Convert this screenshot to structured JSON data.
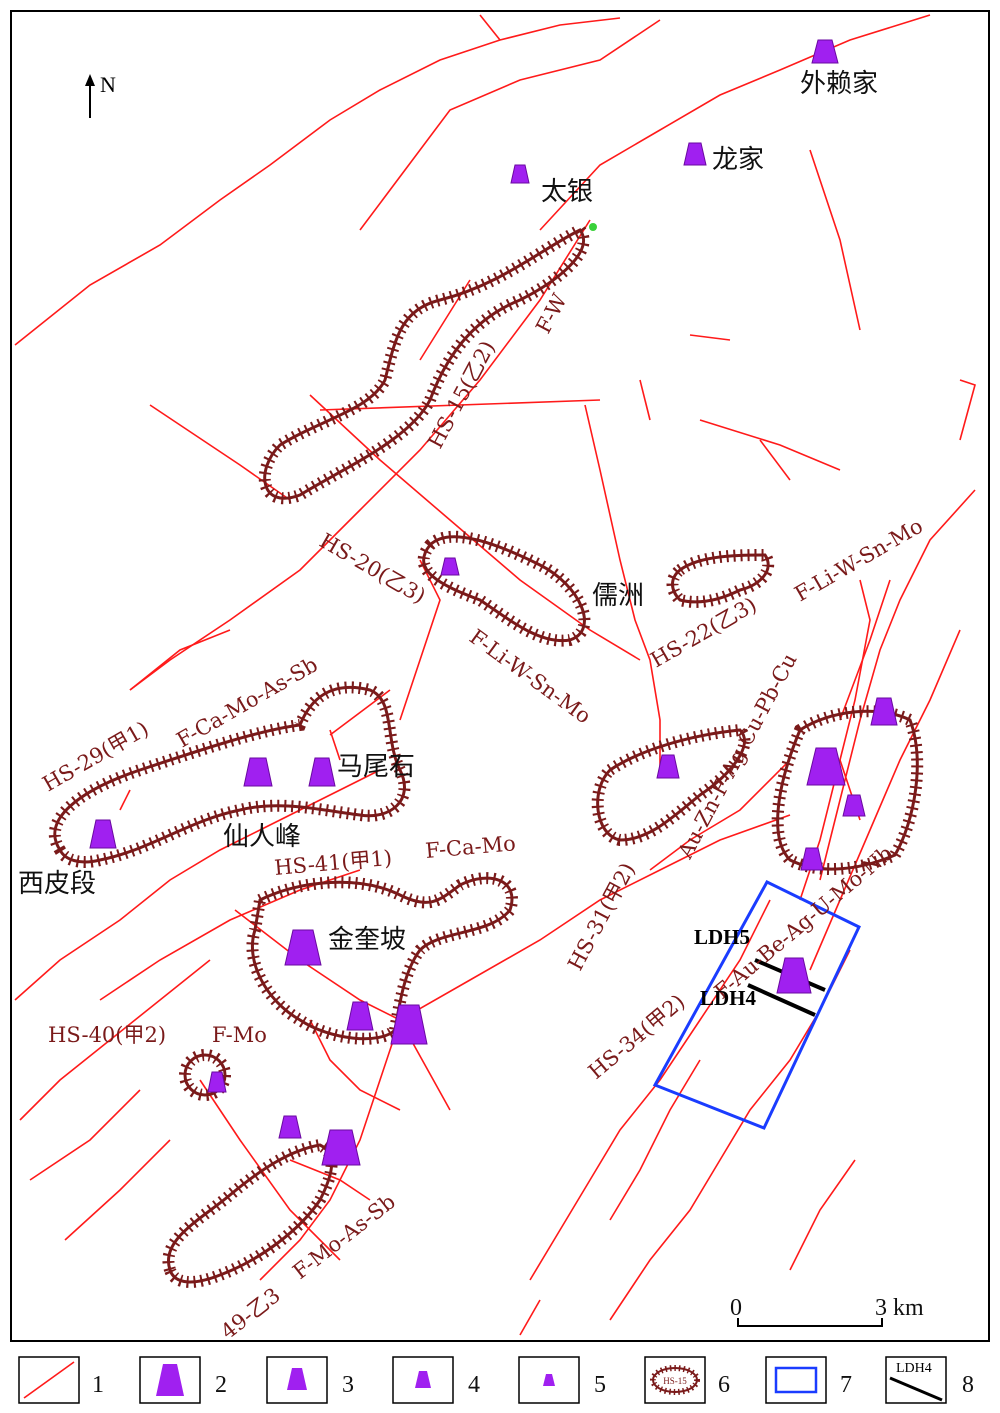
{
  "north_label": "N",
  "places": {
    "waiqiaojia": "外赖家",
    "longjia": "龙家",
    "taiyin": "太银",
    "ruzhou": "儒洲",
    "maweishi": "马尾石",
    "xianrenfeng": "仙人峰",
    "xipiduan": "西皮段",
    "jinkuipo": "金奎坡"
  },
  "zones": {
    "hs15_code": "HS-15(乙2)",
    "hs15_elements": "F-W",
    "hs20_code": "HS-20(乙3)",
    "hs20_elements": "F-Li-W-Sn-Mo",
    "hs22_code": "HS-22(乙3)",
    "hs22_elements": "F-Li-W-Sn-Mo",
    "hs29_code": "HS-29(甲1)",
    "hs29_elements": "F-Ca-Mo-As-Sb",
    "hs41_code": "HS-41(甲1)",
    "hs41_elements": "F-Ca-Mo",
    "hs31_code": "HS-31(甲2)",
    "hs31_elements": "Au-Zn-F-Ag-Cu-Pb-Cu",
    "hs34_code": "HS-34(甲2)",
    "hs34_elements": "F-Au-Be-Ag-U-Mo-Nb",
    "hs40_code": "HS-40(甲2)",
    "hs40_elements": "F-Mo",
    "hs49_code": "49-乙3",
    "hs49_elements": "F-Mo-As-Sb"
  },
  "lines": {
    "ldh5": "LDH5",
    "ldh4": "LDH4"
  },
  "scale": {
    "start": "0",
    "end": "3 km"
  },
  "legend": {
    "items": [
      {
        "num": "1"
      },
      {
        "num": "2"
      },
      {
        "num": "3"
      },
      {
        "num": "4"
      },
      {
        "num": "5"
      },
      {
        "num": "6",
        "sample": "HS-15"
      },
      {
        "num": "7"
      },
      {
        "num": "8",
        "sample": "LDH4"
      }
    ]
  },
  "colors": {
    "fault": "#ff1a1a",
    "zone": "#7a1a1a",
    "deposit": "#a020f0",
    "box": "#1a3cff"
  }
}
